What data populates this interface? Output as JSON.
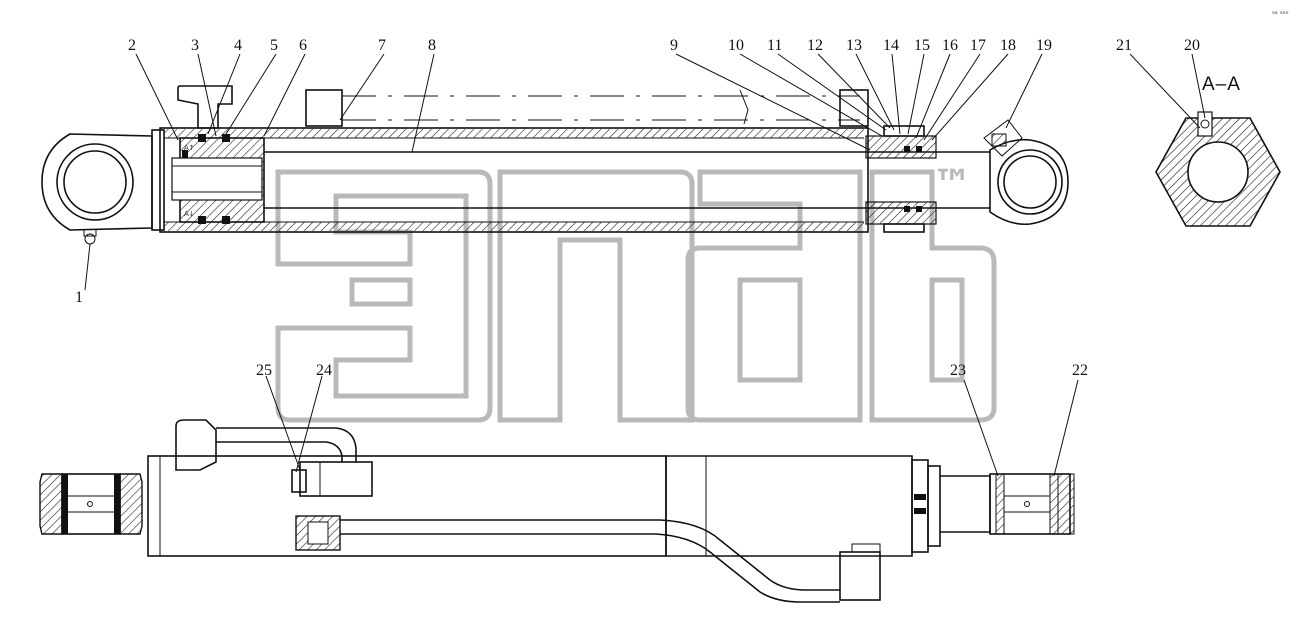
{
  "section_label": "A–A",
  "watermark_text": "™",
  "corner_mark": "ₔₐ ₔₔₔ",
  "callouts": [
    "1",
    "2",
    "3",
    "4",
    "5",
    "6",
    "7",
    "8",
    "9",
    "10",
    "11",
    "12",
    "13",
    "14",
    "15",
    "16",
    "17",
    "18",
    "19",
    "20",
    "21",
    "22",
    "23",
    "24",
    "25"
  ],
  "cut_marks": [
    "A",
    "A"
  ],
  "colors": {
    "line": "#111111",
    "watermark": "#b9b9b9",
    "hatch": "#222222"
  }
}
